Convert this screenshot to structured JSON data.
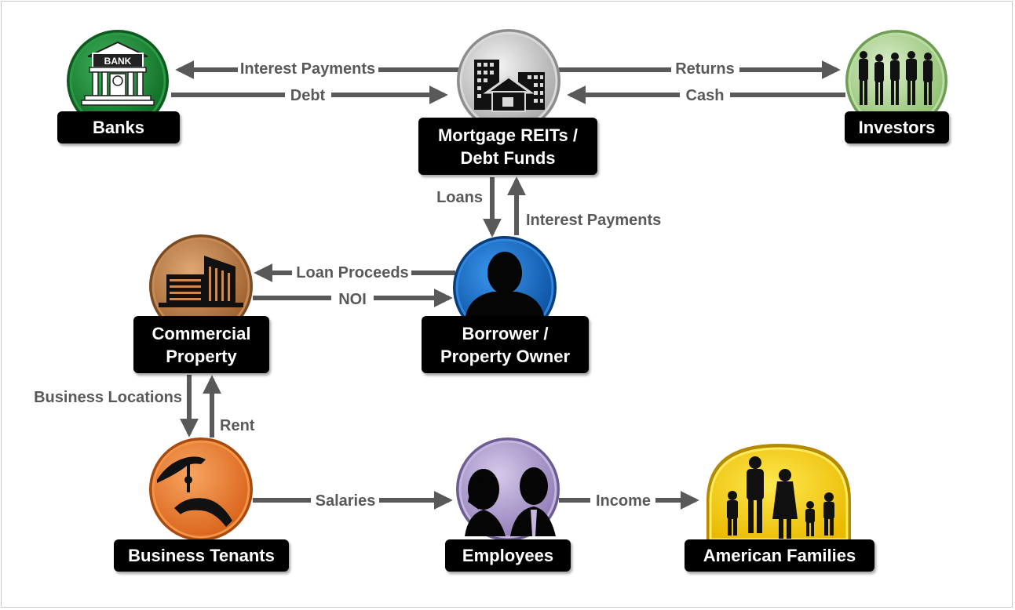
{
  "nodes": {
    "banks": {
      "label": "Banks",
      "icon": "bank-icon",
      "color": "#1e8c35"
    },
    "reits": {
      "label": "Mortgage REITs /\nDebt Funds",
      "icon": "city-buildings-icon",
      "color": "#bdbdbd"
    },
    "investors": {
      "label": "Investors",
      "icon": "people-silhouettes-icon",
      "color": "#a9d18e"
    },
    "commercial": {
      "label": "Commercial\nProperty",
      "icon": "office-building-icon",
      "color": "#b0713a"
    },
    "borrower": {
      "label": "Borrower /\nProperty Owner",
      "icon": "person-silhouette-icon",
      "color": "#1a6ec8"
    },
    "tenants": {
      "label": "Business Tenants",
      "icon": "hand-with-keys-icon",
      "color": "#ef7c2a"
    },
    "employees": {
      "label": "Employees",
      "icon": "employees-silhouette-icon",
      "color": "#ab9ac9"
    },
    "families": {
      "label": "American Families",
      "icon": "family-silhouette-icon",
      "color": "#f7d21c"
    }
  },
  "edges": {
    "banks_interest": "Interest Payments",
    "banks_debt": "Debt",
    "investors_returns": "Returns",
    "investors_cash": "Cash",
    "loans": "Loans",
    "borrower_interest": "Interest Payments",
    "loan_proceeds": "Loan Proceeds",
    "noi": "NOI",
    "business_locations": "Business Locations",
    "rent": "Rent",
    "salaries": "Salaries",
    "income": "Income"
  },
  "icon_text": {
    "bank_sign": "BANK"
  }
}
